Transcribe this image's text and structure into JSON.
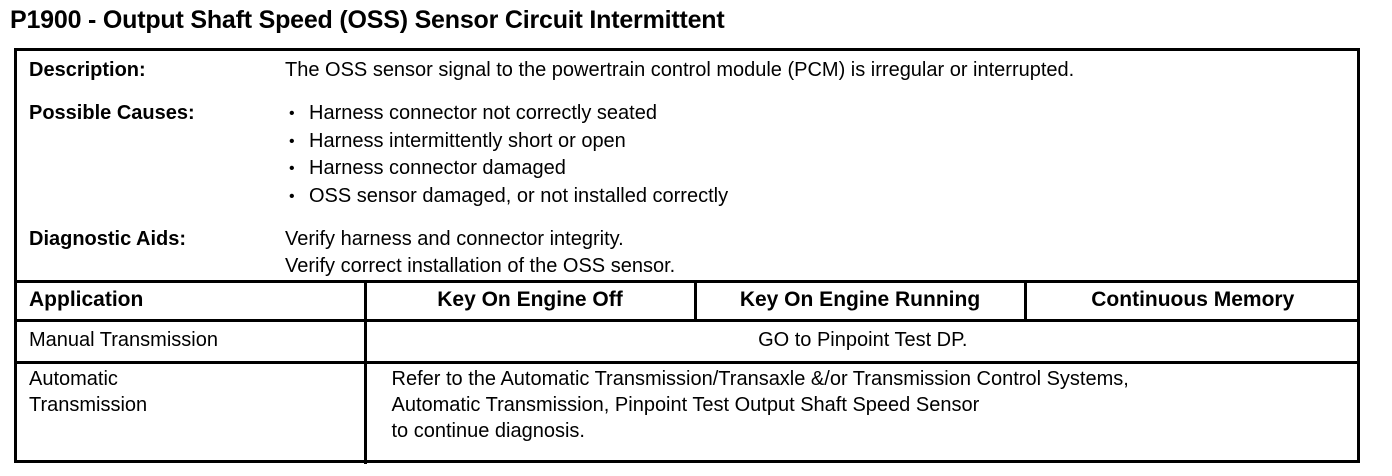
{
  "document": {
    "title": "P1900 - Output Shaft Speed (OSS) Sensor Circuit Intermittent"
  },
  "info": {
    "description": {
      "label": "Description:",
      "text": "The OSS sensor signal to the powertrain control module (PCM) is irregular or interrupted."
    },
    "possible_causes": {
      "label": "Possible Causes:",
      "bullet_glyph": "•",
      "items": [
        "Harness connector not correctly seated",
        "Harness intermittently short or open",
        "Harness connector damaged",
        "OSS sensor damaged, or not installed correctly"
      ]
    },
    "diagnostic_aids": {
      "label": "Diagnostic Aids:",
      "lines": [
        "Verify harness and connector integrity.",
        "Verify correct installation of the OSS sensor."
      ]
    }
  },
  "table": {
    "headers": [
      "Application",
      "Key On Engine Off",
      "Key On Engine Running",
      "Continuous Memory"
    ],
    "rows": [
      {
        "application": "Manual Transmission",
        "action_lines": [
          "GO to Pinpoint Test DP."
        ]
      },
      {
        "application_line1": "Automatic",
        "application_line2": "Transmission",
        "action_lines": [
          "Refer to the Automatic Transmission/Transaxle &/or Transmission Control Systems,",
          "Automatic Transmission, Pinpoint Test Output Shaft Speed Sensor",
          "to continue diagnosis."
        ]
      }
    ]
  },
  "colors": {
    "ink": "#000000",
    "paper": "#ffffff"
  }
}
